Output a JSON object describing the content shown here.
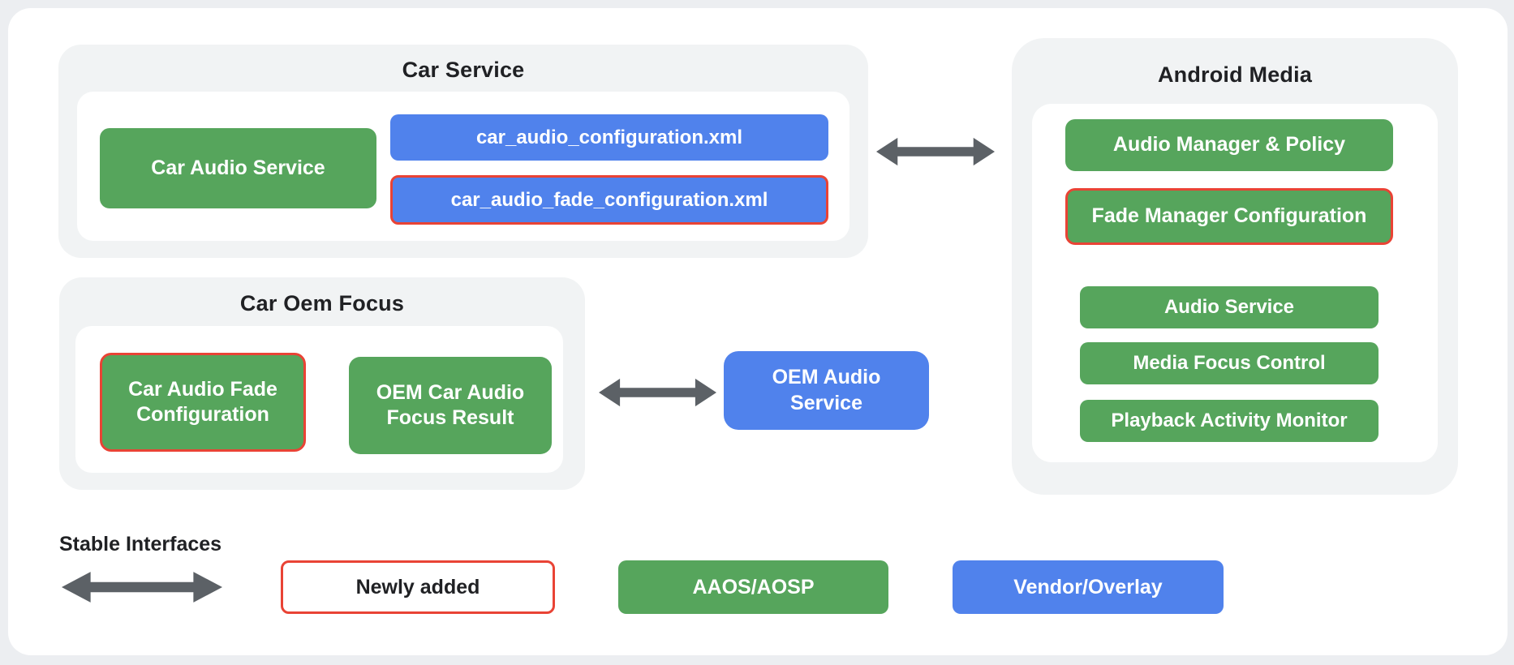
{
  "groups": {
    "car_service": {
      "title": "Car Service",
      "boxes": {
        "car_audio_service": "Car Audio Service",
        "config_xml": "car_audio_configuration.xml",
        "fade_config_xml": "car_audio_fade_configuration.xml"
      }
    },
    "android_media": {
      "title": "Android Media",
      "boxes": {
        "audio_manager_policy": "Audio Manager & Policy",
        "fade_manager_config": "Fade Manager Configuration",
        "audio_service": "Audio Service",
        "media_focus_control": "Media Focus Control",
        "playback_activity_monitor": "Playback Activity Monitor"
      }
    },
    "car_oem_focus": {
      "title": "Car Oem Focus",
      "boxes": {
        "car_audio_fade_config": "Car Audio Fade Configuration",
        "oem_car_audio_focus_result": "OEM Car Audio Focus Result"
      }
    },
    "oem_audio_service": {
      "label": "OEM Audio Service"
    }
  },
  "legend": {
    "stable_interfaces_label": "Stable Interfaces",
    "newly_added": "Newly added",
    "aaos_aosp": "AAOS/AOSP",
    "vendor_overlay": "Vendor/Overlay"
  },
  "icons": {
    "stable_interface_arrow": "bidirectional-arrow",
    "car_service_android_media_link": "bidirectional-arrow",
    "car_oem_focus_oem_audio_service_link": "bidirectional-arrow"
  },
  "colors": {
    "green": "#56a55c",
    "blue": "#5082ec",
    "red_border": "#e94335",
    "arrow_gray": "#5c6166",
    "container_gray": "#f1f3f4",
    "text_dark": "#202124"
  }
}
